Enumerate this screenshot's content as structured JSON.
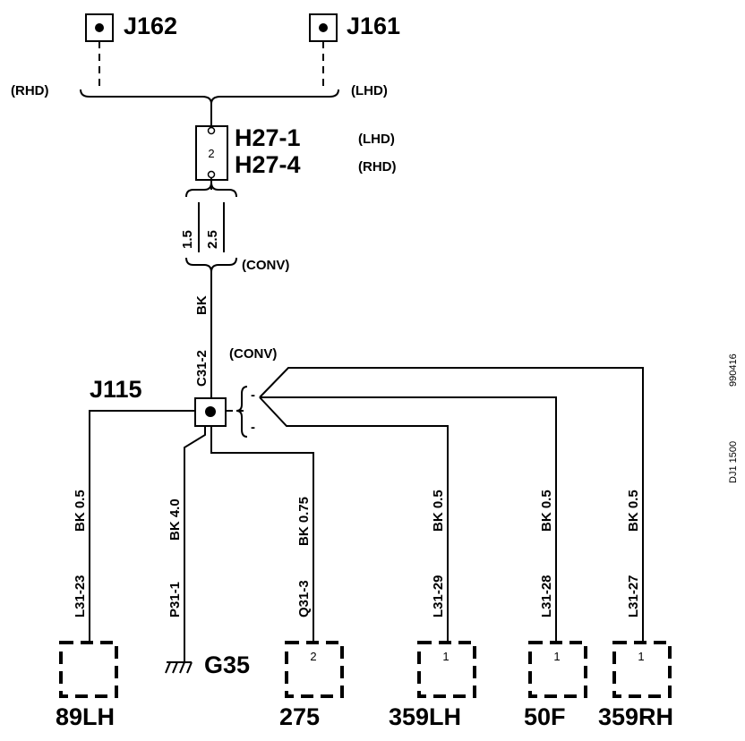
{
  "connectors_top": {
    "j162": "J162",
    "j161": "J161",
    "rhd_left": "(RHD)",
    "lhd_right": "(LHD)"
  },
  "splice": {
    "pin": "2",
    "h27_1": "H27-1",
    "h27_1_variant": "(LHD)",
    "h27_4": "H27-4",
    "h27_4_variant": "(RHD)"
  },
  "wire_sizes": {
    "size_a": "1.5",
    "size_b": "2.5",
    "conv": "(CONV)"
  },
  "trunk": {
    "color": "BK",
    "circuit": "C31-2"
  },
  "junction": {
    "label": "J115",
    "conv": "(CONV)"
  },
  "branches": [
    {
      "circuit": "L31-23",
      "spec": "BK 0.5"
    },
    {
      "circuit": "P31-1",
      "spec": "BK 4.0"
    },
    {
      "circuit": "Q31-3",
      "spec": "BK 0.75"
    },
    {
      "circuit": "L31-29",
      "spec": "BK 0.5"
    },
    {
      "circuit": "L31-28",
      "spec": "BK 0.5"
    },
    {
      "circuit": "L31-27",
      "spec": "BK 0.5"
    }
  ],
  "components": [
    {
      "label": "89LH",
      "pin": ""
    },
    {
      "label": "275",
      "pin": "2"
    },
    {
      "label": "359LH",
      "pin": "1"
    },
    {
      "label": "50F",
      "pin": "1"
    },
    {
      "label": "359RH",
      "pin": "1"
    }
  ],
  "ground": {
    "label": "G35"
  },
  "drawing_id": {
    "code": "DJ1 1500",
    "date": "990416"
  }
}
